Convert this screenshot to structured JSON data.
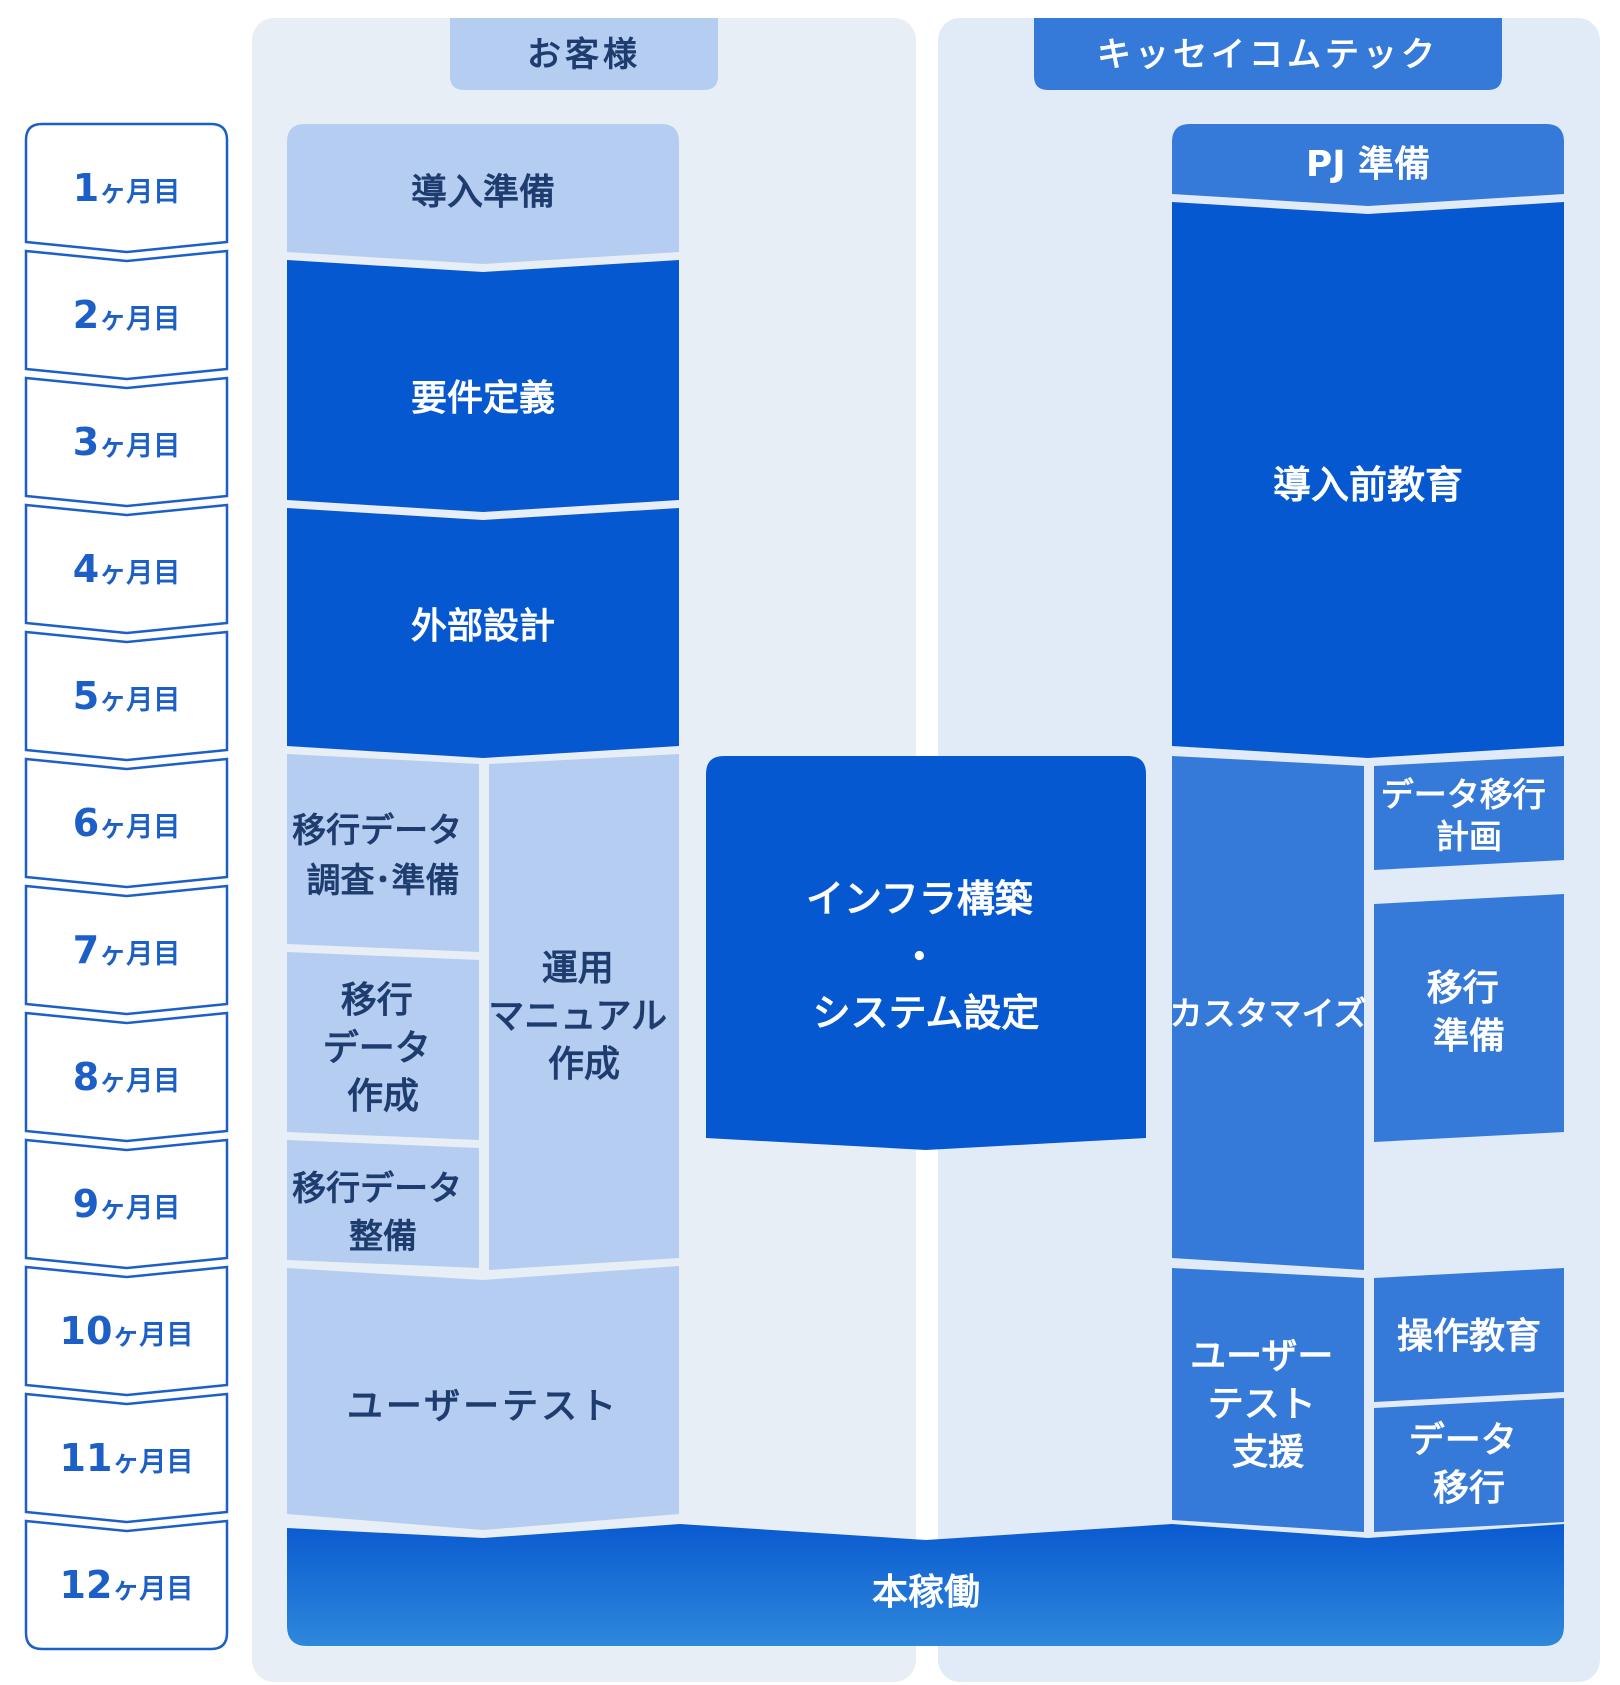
{
  "columns": {
    "customer_header": "お客様",
    "vendor_header": "キッセイコムテック"
  },
  "months": [
    {
      "num": "1",
      "suffix": "ヶ月目"
    },
    {
      "num": "2",
      "suffix": "ヶ月目"
    },
    {
      "num": "3",
      "suffix": "ヶ月目"
    },
    {
      "num": "4",
      "suffix": "ヶ月目"
    },
    {
      "num": "5",
      "suffix": "ヶ月目"
    },
    {
      "num": "6",
      "suffix": "ヶ月目"
    },
    {
      "num": "7",
      "suffix": "ヶ月目"
    },
    {
      "num": "8",
      "suffix": "ヶ月目"
    },
    {
      "num": "9",
      "suffix": "ヶ月目"
    },
    {
      "num": "10",
      "suffix": "ヶ月目"
    },
    {
      "num": "11",
      "suffix": "ヶ月目"
    },
    {
      "num": "12",
      "suffix": "ヶ月目"
    }
  ],
  "customer_tasks": {
    "intro_prep": "導入準備",
    "requirements": "要件定義",
    "external_design": "外部設計",
    "migration_survey": [
      "移行データ",
      "調査･準備"
    ],
    "migration_create": [
      "移行",
      "データ",
      "作成"
    ],
    "migration_arrange": [
      "移行データ",
      "整備"
    ],
    "ops_manual": [
      "運用",
      "マニュアル",
      "作成"
    ],
    "user_test": "ユーザーテスト"
  },
  "shared_tasks": {
    "infra": [
      "インフラ構築",
      "・",
      "システム設定"
    ],
    "go_live": "本稼働"
  },
  "vendor_tasks": {
    "pj_prep": "PJ 準備",
    "pre_education": "導入前教育",
    "customize": "カスタマイズ",
    "data_migration_plan": [
      "データ移行",
      "計画"
    ],
    "migration_prep": [
      "移行",
      "準備"
    ],
    "user_test_support": [
      "ユーザー",
      "テスト",
      "支援"
    ],
    "operation_education": "操作教育",
    "data_migration": [
      "データ",
      "移行"
    ]
  },
  "colors": {
    "customer_bg": "#e8eef5",
    "vendor_bg": "#e1ebf8",
    "light_block": "#b5cdf1",
    "dark_block": "#0558cf",
    "mid_block": "#357ad9",
    "light_text": "#1e3d6e",
    "month_border": "#1c5fc7"
  }
}
